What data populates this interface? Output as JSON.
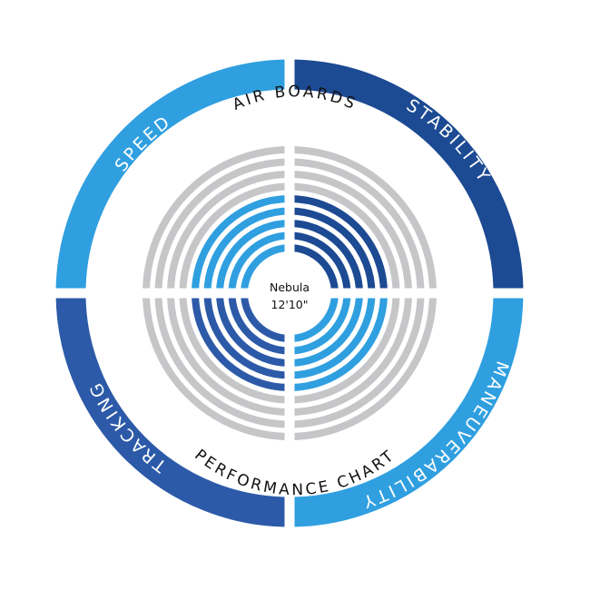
{
  "chart_data": {
    "type": "radial-bar",
    "title": "AIR BOARDS",
    "subtitle": "PERFORMANCE CHART",
    "board_name": "Nebula",
    "board_size": "12'10\"",
    "max_rings": 9,
    "categories": [
      {
        "name": "SPEED",
        "rings": 5,
        "color": "#2f9fe0"
      },
      {
        "name": "STABILITY",
        "rings": 5,
        "color": "#1c4a93"
      },
      {
        "name": "MANEUVERABILITY",
        "rings": 5,
        "color": "#2f9fe0"
      },
      {
        "name": "TRACKING",
        "rings": 5,
        "color": "#2c5aa8"
      }
    ],
    "track_color": "#c6c6c8"
  }
}
